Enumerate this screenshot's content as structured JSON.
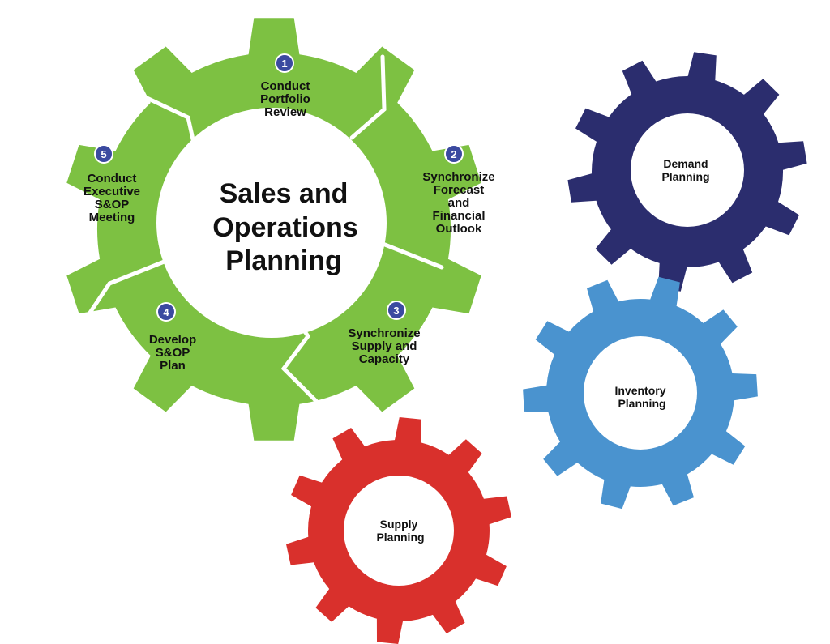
{
  "main_gear": {
    "center_title_lines": [
      "Sales and",
      "Operations",
      "Planning"
    ],
    "color": "#7dc142",
    "badge_color": "#3b4aa0",
    "steps": [
      {
        "number": "1",
        "lines": [
          "Conduct",
          "Portfolio",
          "Review"
        ]
      },
      {
        "number": "2",
        "lines": [
          "Synchronize",
          "Forecast",
          "and",
          "Financial",
          "Outlook"
        ]
      },
      {
        "number": "3",
        "lines": [
          "Synchronize",
          "Supply and",
          "Capacity"
        ]
      },
      {
        "number": "4",
        "lines": [
          "Develop",
          "S&OP",
          "Plan"
        ]
      },
      {
        "number": "5",
        "lines": [
          "Conduct",
          "Executive",
          "S&OP",
          "Meeting"
        ]
      }
    ]
  },
  "gears": [
    {
      "id": "demand",
      "lines": [
        "Demand",
        "Planning"
      ],
      "color": "#2b2d6e"
    },
    {
      "id": "inventory",
      "lines": [
        "Inventory",
        "Planning"
      ],
      "color": "#4a93cf"
    },
    {
      "id": "supply",
      "lines": [
        "Supply",
        "Planning"
      ],
      "color": "#d9302c"
    }
  ]
}
